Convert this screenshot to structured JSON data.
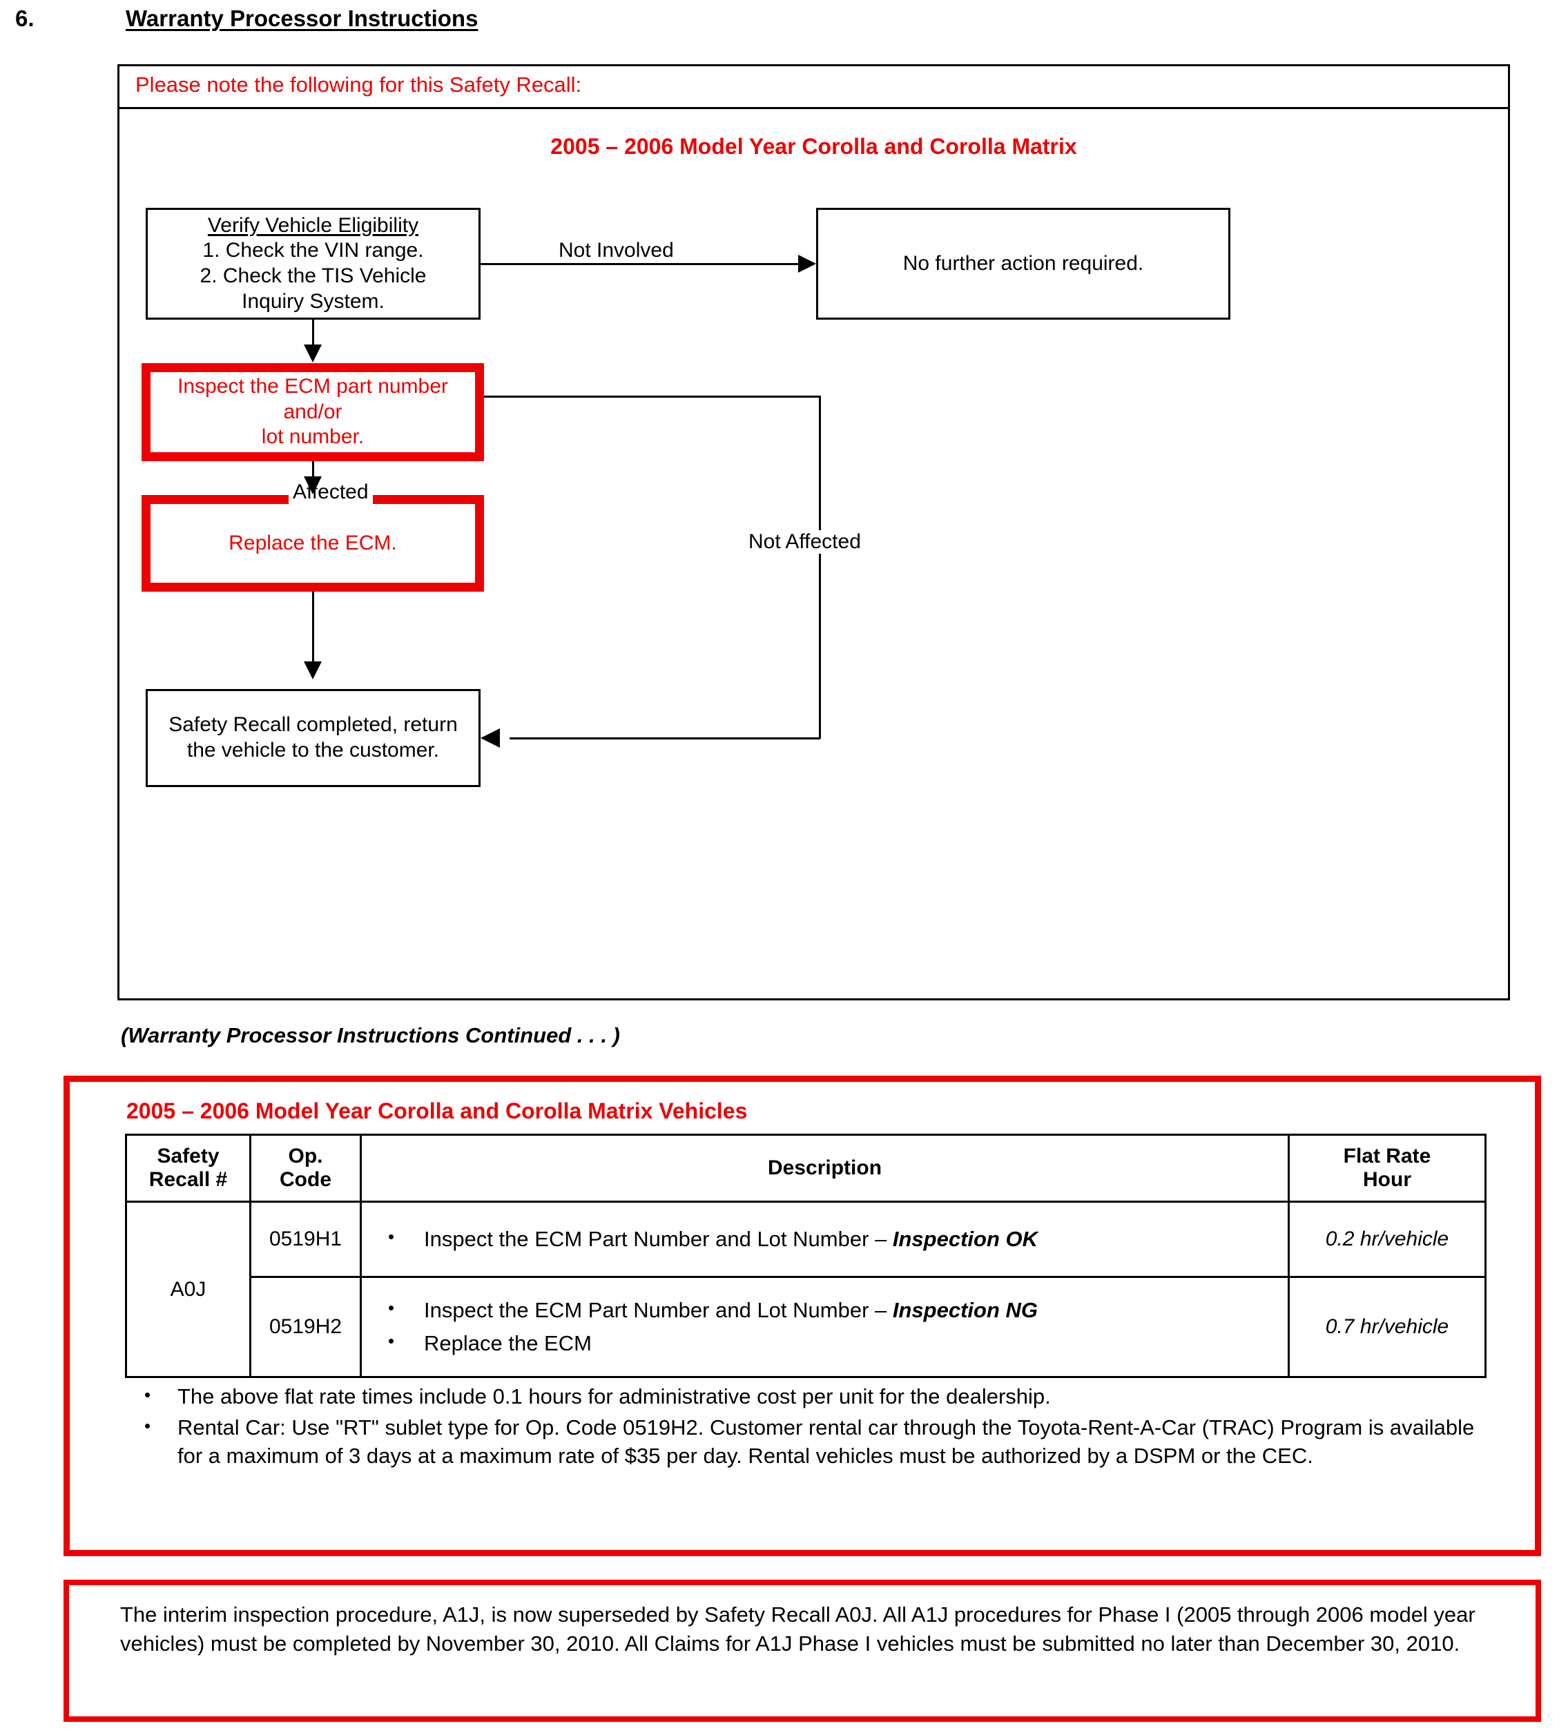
{
  "heading": {
    "number": "6.",
    "title": "Warranty Processor Instructions"
  },
  "flowchart": {
    "note_bar": "Please note the following for this Safety Recall:",
    "model_year_title": "2005 – 2006 Model Year Corolla and Corolla Matrix",
    "boxes": {
      "verify_title": "Verify Vehicle Eligibility",
      "verify_line1": "1. Check the VIN range.",
      "verify_line2": "2. Check the TIS Vehicle",
      "verify_line3": "Inquiry System.",
      "no_further": "No further action required.",
      "inspect_line1": "Inspect the ECM part number and/or",
      "inspect_line2": "lot number.",
      "replace": "Replace the ECM.",
      "complete_line1": "Safety Recall completed, return",
      "complete_line2": "the vehicle to the customer."
    },
    "edges": {
      "not_involved": "Not Involved",
      "affected": "Affected",
      "not_affected": "Not Affected"
    }
  },
  "continued_caption": "(Warranty Processor Instructions Continued . . . )",
  "warranty": {
    "title": "2005 – 2006 Model Year Corolla and Corolla Matrix Vehicles",
    "columns": {
      "recall_line1": "Safety",
      "recall_line2": "Recall #",
      "opcode_line1": "Op.",
      "opcode_line2": "Code",
      "description": "Description",
      "flat_line1": "Flat Rate",
      "flat_line2": "Hour"
    },
    "recall_number": "A0J",
    "rows": [
      {
        "op_code": "0519H1",
        "items": [
          {
            "text": "Inspect the ECM Part Number and Lot Number – ",
            "emph": "Inspection OK"
          }
        ],
        "flat_rate": "0.2 hr/vehicle"
      },
      {
        "op_code": "0519H2",
        "items": [
          {
            "text": "Inspect the ECM Part Number and Lot Number – ",
            "emph": "Inspection NG"
          },
          {
            "text": "Replace the ECM",
            "emph": ""
          }
        ],
        "flat_rate": "0.7 hr/vehicle"
      }
    ],
    "notes": [
      "The above flat rate times include 0.1 hours for administrative cost per unit for the dealership.",
      "Rental Car:  Use \"RT\" sublet type for Op. Code 0519H2.  Customer rental car through the Toyota-Rent-A-Car (TRAC) Program is available for a maximum of 3 days at a maximum rate of $35 per day.  Rental vehicles must be authorized by a DSPM or the CEC."
    ]
  },
  "interim_note": "The interim inspection procedure, A1J, is now superseded by Safety Recall A0J.  All A1J procedures for Phase I (2005 through 2006 model year vehicles) must be completed by November 30, 2010.  All Claims for A1J Phase I vehicles must be submitted no later than December 30, 2010.",
  "colors": {
    "accent_red": "#ee0000",
    "text_black": "#000000"
  }
}
